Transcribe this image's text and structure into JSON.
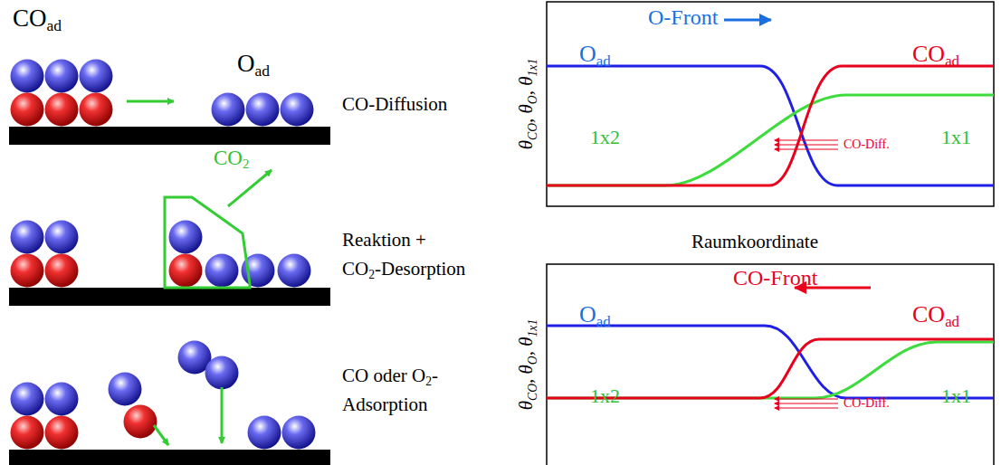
{
  "diagram": {
    "labels": [
      "CO",
      "ad",
      "O",
      "ad",
      "CO-Diffusion",
      "CO",
      "2",
      "Reaktion +",
      "CO",
      "2",
      "-Desorption",
      "CO oder O",
      "2",
      "-",
      "Adsorption",
      "O-Front",
      "O",
      "ad",
      "CO",
      "ad",
      "1x2",
      "CO-Diff.",
      "1x1",
      "θ",
      "CO",
      ", θ",
      "O",
      ", θ",
      "1x1",
      "Raumkoordinate",
      "CO-Front",
      "O",
      "ad",
      "CO",
      "ad",
      "1x2",
      "CO-Diff.",
      "1x1",
      "θ",
      "CO",
      ", θ",
      "O",
      ", θ",
      "1x1"
    ]
  }
}
